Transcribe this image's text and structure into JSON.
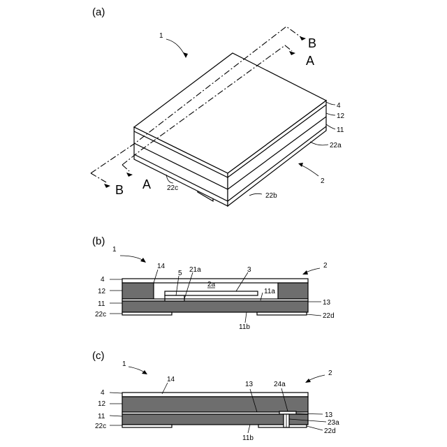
{
  "panels": {
    "a": "(a)",
    "b": "(b)",
    "c": "(c)"
  },
  "fig_a": {
    "ref_1": "1",
    "ref_2": "2",
    "ref_4": "4",
    "ref_12": "12",
    "ref_11": "11",
    "ref_22a": "22a",
    "ref_22b": "22b",
    "ref_22c": "22c",
    "section_b_top": "B",
    "section_a_top": "A",
    "section_b_bottom": "B",
    "section_a_bottom": "A"
  },
  "fig_b": {
    "ref_1": "1",
    "ref_2": "2",
    "ref_4": "4",
    "ref_12": "12",
    "ref_11": "11",
    "ref_22c": "22c",
    "ref_14": "14",
    "ref_5": "5",
    "ref_21a": "21a",
    "ref_3": "3",
    "ref_2a": "2a",
    "ref_11a": "11a",
    "ref_13": "13",
    "ref_22d": "22d",
    "ref_11b": "11b"
  },
  "fig_c": {
    "ref_1": "1",
    "ref_2": "2",
    "ref_4": "4",
    "ref_12": "12",
    "ref_11": "11",
    "ref_22c": "22c",
    "ref_14": "14",
    "ref_13a": "13",
    "ref_24a": "24a",
    "ref_13b": "13",
    "ref_23a": "23a",
    "ref_22d": "22d",
    "ref_11b": "11b"
  }
}
